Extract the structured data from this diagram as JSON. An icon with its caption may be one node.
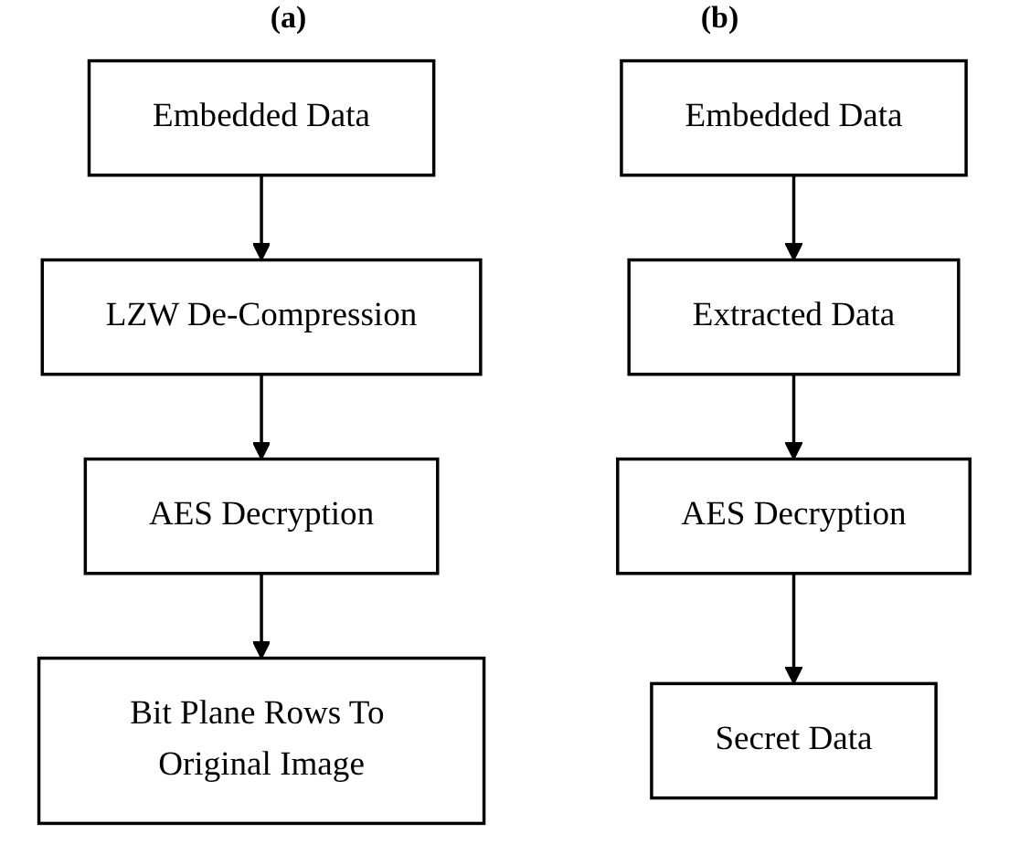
{
  "diagram": {
    "nodes": [
      {
        "text": [
          "Embedded Data"
        ]
      },
      {
        "text": [
          "LZW De-Compression"
        ]
      },
      {
        "text": [
          "AES Decryption"
        ]
      },
      {
        "text": [
          "Bit Plane Rows To Original Image"
        ]
      },
      {
        "text": [
          "Embedded Data"
        ]
      },
      {
        "text": [
          "Extracted Data"
        ]
      },
      {
        "text": [
          "AES Decryption"
        ]
      },
      {
        "text": [
          "Secret Data"
        ]
      }
    ],
    "edges": [
      {
        "from": 0,
        "to": 1,
        "arrow": "to"
      },
      {
        "from": 1,
        "to": 2,
        "arrow": "to"
      },
      {
        "from": 2,
        "to": 3,
        "arrow": "to"
      },
      {
        "from": 4,
        "to": 5,
        "arrow": "to"
      },
      {
        "from": 5,
        "to": 6,
        "arrow": "to"
      },
      {
        "from": 6,
        "to": 7,
        "arrow": "to"
      }
    ],
    "labels": [
      "(a)",
      "(b)"
    ]
  }
}
